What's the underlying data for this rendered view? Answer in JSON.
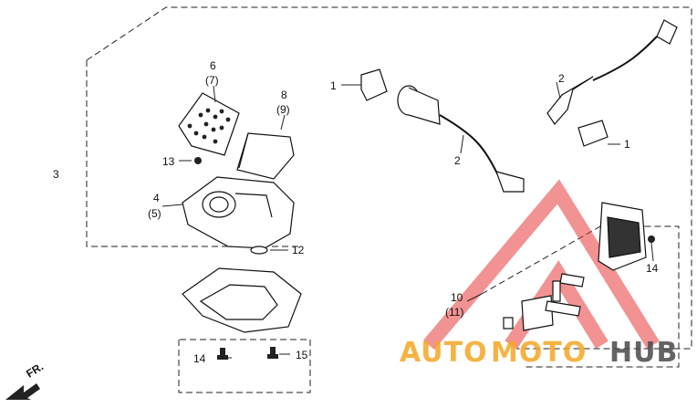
{
  "callouts": {
    "c6": "6",
    "c7": "(7)",
    "c8": "8",
    "c9": "(9)",
    "c13": "13",
    "c3": "3",
    "c4": "4",
    "c5": "(5)",
    "c12": "12",
    "c14a": "14",
    "c15": "15",
    "c1a": "1",
    "c2a": "2",
    "c2b": "2",
    "c1b": "1",
    "c14b": "14",
    "c10": "10",
    "c11": "(11)"
  },
  "direction": {
    "label": "FR."
  },
  "watermark": {
    "part1": "AUTO",
    "part2": "MOTO",
    "part3": "HUB",
    "color1": "#f5a623",
    "color2": "#4a4a4a",
    "triangle_color": "#e83a3a"
  }
}
